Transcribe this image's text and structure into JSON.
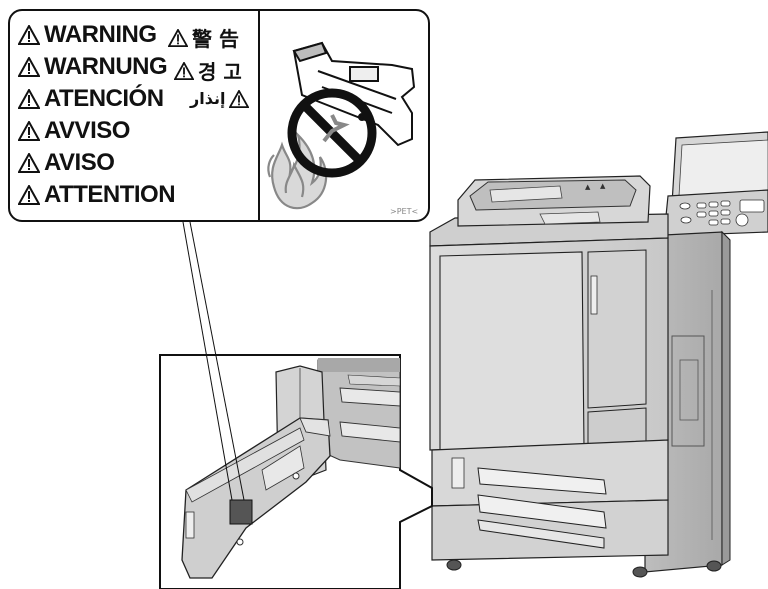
{
  "warning_label": {
    "rows": [
      {
        "text": "WARNING"
      },
      {
        "text": "WARNUNG"
      },
      {
        "text": "ATENCIÓN"
      },
      {
        "text": "AVVISO"
      },
      {
        "text": "AVISO"
      },
      {
        "text": "ATTENTION"
      }
    ],
    "asian_rows": [
      {
        "text": "警 告"
      },
      {
        "text": "경 고"
      },
      {
        "text": "إنذار"
      }
    ],
    "material_code": ">PET<"
  }
}
